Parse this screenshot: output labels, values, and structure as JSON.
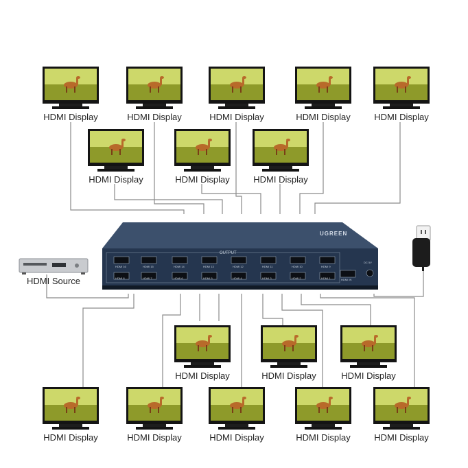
{
  "diagram": {
    "display_label": "HDMI Display",
    "source_label": "HDMI Source",
    "hub_brand": "UGREEN",
    "hub_output_label": "OUTPUT",
    "port_labels_top": [
      "HDMI 16",
      "HDMI 15",
      "HDMI 14",
      "HDMI 13",
      "HDMI 12",
      "HDMI 11",
      "HDMI 10",
      "HDMI 9"
    ],
    "port_labels_bottom": [
      "HDMI 8",
      "HDMI 7",
      "HDMI 6",
      "HDMI 5",
      "HDMI 4",
      "HDMI 3",
      "HDMI 2",
      "HDMI 1"
    ],
    "input_label": "HDMI IN",
    "power_label": "DC 5V",
    "display_count": 16
  },
  "colors": {
    "hub_body": "#2b3d57",
    "wire": "#8a8a8a",
    "bezel": "#141414",
    "sky": "#cdd86a",
    "grass": "#8e9a2a"
  }
}
